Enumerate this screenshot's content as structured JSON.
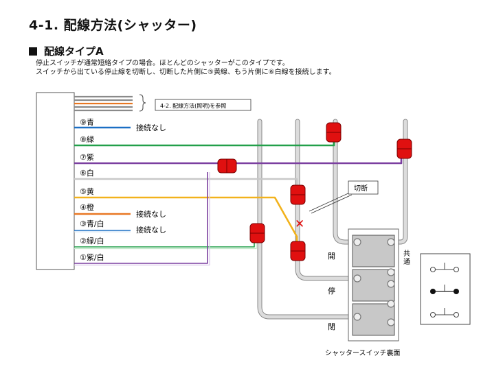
{
  "heading": "4-1. 配線方法(シャッター)",
  "section": "配線タイプA",
  "description": [
    "停止スイッチが通常短絡タイプの場合。ほとんどのシャッターがこのタイプです。",
    "スイッチから出ている停止線を切断し、切断した片側に⑤黄線、もう片側に⑥白線を接続します。"
  ],
  "reference_note": "4-2. 配線方法(照明)を参照",
  "wires": [
    {
      "label": "⑨青",
      "color": "#1a6fc4",
      "note": "接続なし"
    },
    {
      "label": "⑧緑",
      "color": "#22a04a",
      "note": ""
    },
    {
      "label": "⑦紫",
      "color": "#7b3fa0",
      "note": ""
    },
    {
      "label": "⑥白",
      "color": "#c8c8c8",
      "note": ""
    },
    {
      "label": "⑤黄",
      "color": "#f2b21c",
      "note": ""
    },
    {
      "label": "④橙",
      "color": "#e87722",
      "note": "接続なし"
    },
    {
      "label": "③青/白",
      "color": "#1a6fc4",
      "note": "接続なし"
    },
    {
      "label": "②緑/白",
      "color": "#22a04a",
      "note": ""
    },
    {
      "label": "①紫/白",
      "color": "#7b3fa0",
      "note": ""
    }
  ],
  "cut_label": "切断",
  "switch_labels": {
    "open_top": "開",
    "stop": "停",
    "close": "閉",
    "common": "共\n通"
  },
  "switch_caption": "シャッタースイッチ裏面",
  "colors": {
    "connector": "#e01010",
    "cut_mark": "#e01010",
    "pipe": "#c8c8c8",
    "switch_body": "#c8c8c8"
  }
}
